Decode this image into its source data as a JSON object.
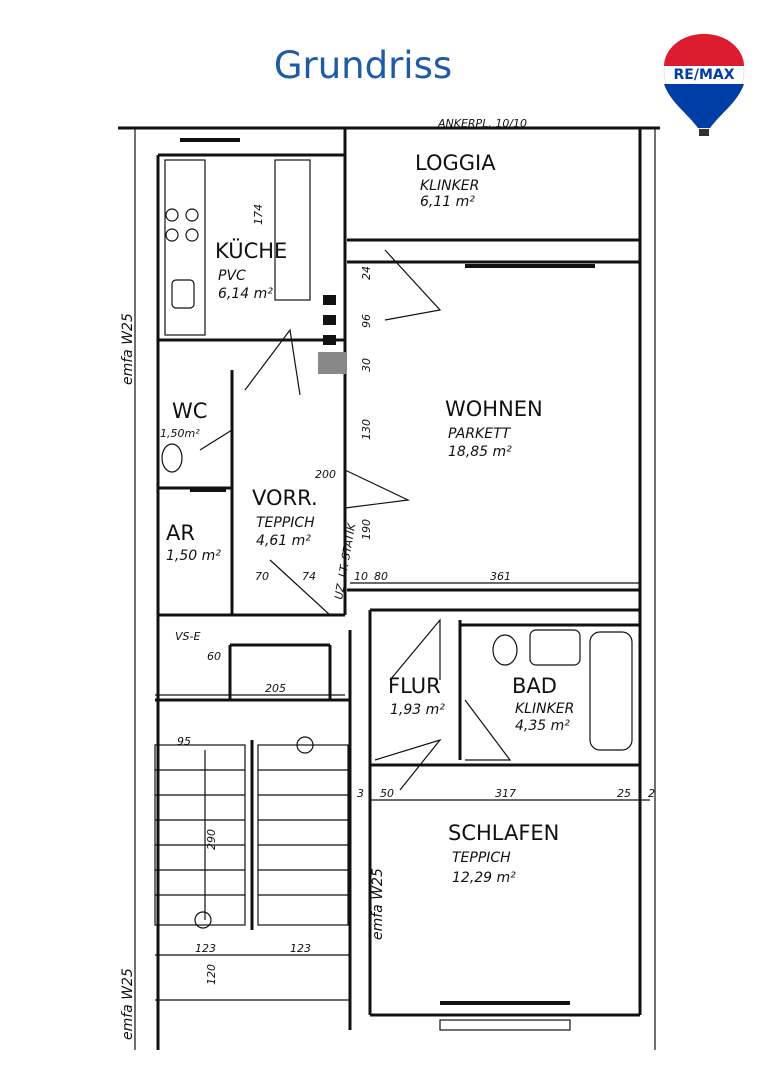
{
  "header": {
    "title": "Grundriss"
  },
  "logo": {
    "text": "RE/MAX",
    "colors": {
      "red": "#dc1c2e",
      "blue": "#003da5",
      "white": "#ffffff"
    }
  },
  "plan": {
    "annotation_top": "ANKERPL. 10/10",
    "rooms": [
      {
        "name": "LOGGIA",
        "floor": "KLINKER",
        "area": "6,11 m²"
      },
      {
        "name": "KÜCHE",
        "floor": "PVC",
        "area": "6,14 m²"
      },
      {
        "name": "WOHNEN",
        "floor": "PARKETT",
        "area": "18,85 m²"
      },
      {
        "name": "WC",
        "floor": "",
        "area": "1,50m²"
      },
      {
        "name": "VORR.",
        "floor": "TEPPICH",
        "area": "4,61 m²"
      },
      {
        "name": "AR",
        "floor": "",
        "area": "1,50 m²"
      },
      {
        "name": "FLUR",
        "floor": "",
        "area": "1,93 m²"
      },
      {
        "name": "BAD",
        "floor": "KLINKER",
        "area": "4,35 m²"
      },
      {
        "name": "SCHLAFEN",
        "floor": "TEPPICH",
        "area": "12,29 m²"
      }
    ],
    "dims": {
      "d361": "361",
      "d317": "317",
      "d205": "205",
      "d123a": "123",
      "d123b": "123",
      "d25": "25",
      "d2": "2",
      "d3": "3",
      "d50": "50",
      "d190": "190",
      "d130": "130",
      "d96": "96",
      "d24": "24",
      "d30": "30",
      "d10": "10",
      "d80": "80",
      "d74": "74",
      "d70": "70",
      "d200": "200",
      "d120": "120",
      "d290": "290",
      "d95": "95",
      "d60": "60",
      "d174": "174",
      "vse": "VS-E",
      "emfa1": "emfa W25",
      "emfa2": "emfa W25",
      "emfa3": "emfa W25",
      "statik": "UZ. LT. STATIK"
    }
  }
}
